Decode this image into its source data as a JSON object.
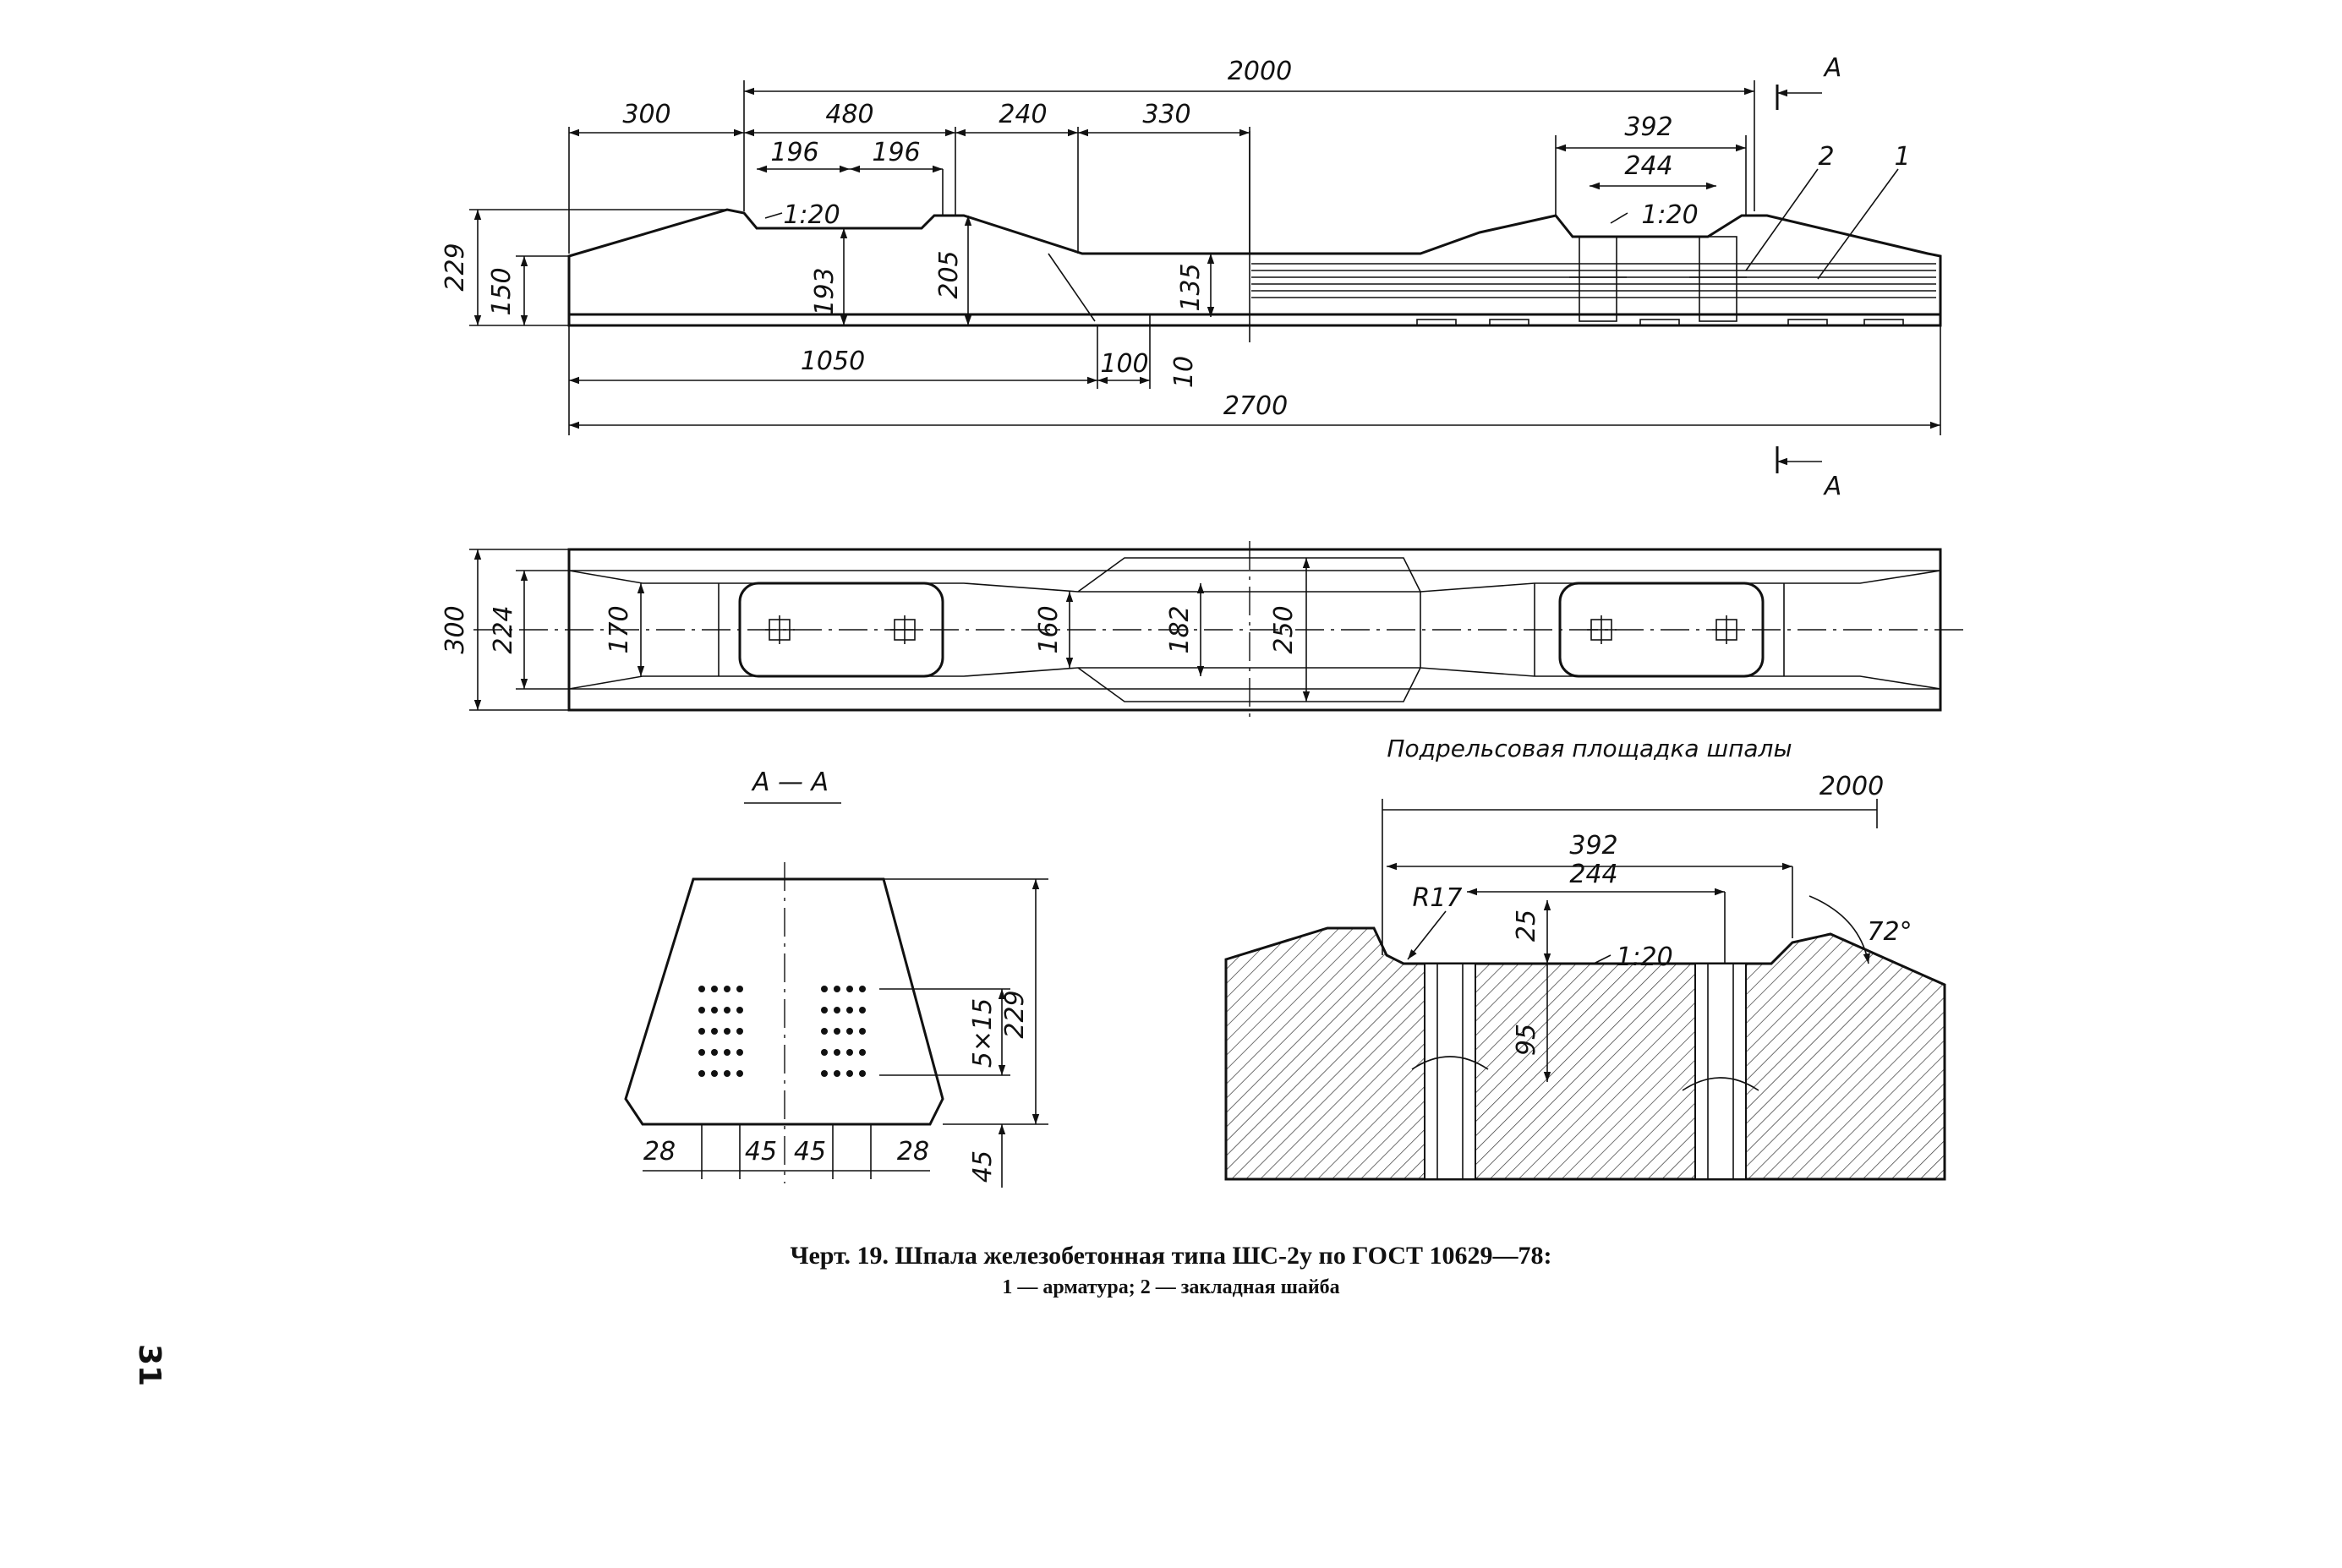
{
  "elevation": {
    "dims_top": {
      "d2000": "2000",
      "d300": "300",
      "d480": "480",
      "d240": "240",
      "d330": "330",
      "d196a": "196",
      "d196b": "196",
      "d392": "392",
      "d244": "244"
    },
    "slope_left": "1:20",
    "slope_right": "1:20",
    "dims_vertical": {
      "d229": "229",
      "d150": "150",
      "d193": "193",
      "d205": "205",
      "d135": "135",
      "d10": "10"
    },
    "dims_bottom": {
      "d1050": "1050",
      "d100": "100",
      "d2700": "2700"
    },
    "callouts": {
      "c1": "1",
      "c2": "2"
    },
    "section_letter": "A"
  },
  "plan": {
    "dims": {
      "d300": "300",
      "d224": "224",
      "d170": "170",
      "d160": "160",
      "d182": "182",
      "d250": "250"
    }
  },
  "section_aa": {
    "title": "А — А",
    "dims": {
      "d229": "229",
      "d5x15": "5×15",
      "d45v": "45",
      "d28a": "28",
      "d45a": "45",
      "d45b": "45",
      "d28b": "28"
    }
  },
  "rail_seat": {
    "title": "Подрельсовая площадка шпалы",
    "dims": {
      "d2000": "2000",
      "d392": "392",
      "d244": "244",
      "r17": "R17",
      "d25": "25",
      "d95": "95",
      "slope": "1:20",
      "angle": "72°"
    }
  },
  "caption": {
    "title": "Черт. 19. Шпала железобетонная типа ШС-2у по ГОСТ 10629—78:",
    "legend": "1 — арматура; 2 — закладная шайба"
  },
  "page_number": "31"
}
